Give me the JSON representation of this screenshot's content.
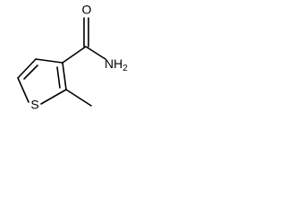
{
  "molecule": {
    "atoms": {
      "sulfur": "S",
      "oxygen": "O",
      "amide_n": "NH",
      "amide_n_subscript": "2"
    }
  }
}
